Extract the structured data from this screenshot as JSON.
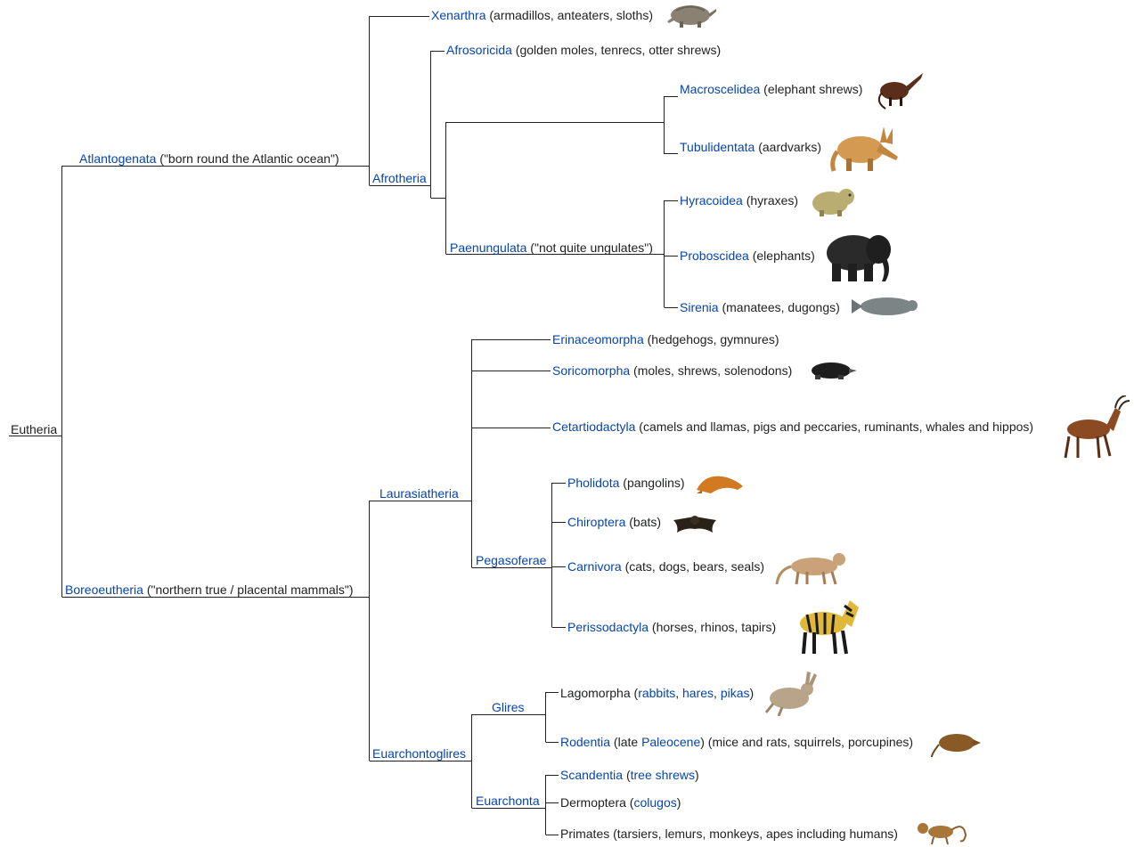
{
  "colors": {
    "link": "#0645ad",
    "text": "#202122",
    "line": "#222222"
  },
  "root": {
    "name": "Eutheria"
  },
  "clades": {
    "atlantogenata": {
      "name": "Atlantogenata",
      "note": " (\"born round the Atlantic ocean\")"
    },
    "afrotheria": {
      "name": "Afrotheria"
    },
    "paenungulata": {
      "name": "Paenungulata",
      "note": " (\"not quite ungulates\")"
    },
    "boreoeutheria": {
      "name": "Boreoeutheria",
      "note": " (\"northern true / placental mammals\")"
    },
    "laurasiatheria": {
      "name": "Laurasiatheria"
    },
    "pegasoferae": {
      "name": "Pegasoferae"
    },
    "euarchontoglires": {
      "name": "Euarchontoglires"
    },
    "glires": {
      "name": "Glires"
    },
    "euarchonta": {
      "name": "Euarchonta"
    }
  },
  "taxa": {
    "xenarthra": {
      "name": "Xenarthra",
      "note": " (armadillos, anteaters, sloths)",
      "icon": "armadillo-icon"
    },
    "afrosoricida": {
      "name": "Afrosoricida",
      "note": " (golden moles, tenrecs, otter shrews)"
    },
    "macroscelidea": {
      "name": "Macroscelidea",
      "note": " (elephant shrews)",
      "icon": "elephant-shrew-icon"
    },
    "tubulidentata": {
      "name": "Tubulidentata",
      "note": " (aardvarks)",
      "icon": "aardvark-icon"
    },
    "hyracoidea": {
      "name": "Hyracoidea",
      "note": " (hyraxes)",
      "icon": "hyrax-icon"
    },
    "proboscidea": {
      "name": "Proboscidea",
      "note": " (elephants)",
      "icon": "elephant-icon"
    },
    "sirenia": {
      "name": "Sirenia",
      "note": " (manatees, dugongs)",
      "icon": "manatee-icon"
    },
    "erinaceomorpha": {
      "name": "Erinaceomorpha",
      "note": " (hedgehogs, gymnures)"
    },
    "soricomorpha": {
      "name": "Soricomorpha",
      "note": " (moles, shrews, solenodons)",
      "icon": "mole-icon"
    },
    "cetartiodactyla": {
      "name": "Cetartiodactyla",
      "note": " (camels and llamas, pigs and peccaries, ruminants, whales and hippos)",
      "icon": "antelope-icon"
    },
    "pholidota": {
      "name": "Pholidota",
      "note": " (pangolins)",
      "icon": "pangolin-icon"
    },
    "chiroptera": {
      "name": "Chiroptera",
      "note": " (bats)",
      "icon": "bat-icon"
    },
    "carnivora": {
      "name": "Carnivora",
      "note": " (cats, dogs, bears, seals)",
      "icon": "cougar-icon"
    },
    "perissodactyla": {
      "name": "Perissodactyla",
      "note": " (horses, rhinos, tapirs)",
      "icon": "zebra-icon"
    },
    "lagomorpha": {
      "name": "Lagomorpha",
      "open": " (",
      "rabbits": "rabbits",
      "sep1": ", ",
      "hares": "hares",
      "sep2": ", ",
      "pikas": "pikas",
      "close": ")",
      "icon": "hare-icon"
    },
    "rodentia": {
      "name": "Rodentia",
      "pre": " (late ",
      "paleocene": "Paleocene",
      "post": ") (mice and rats, squirrels, porcupines)",
      "icon": "rat-icon"
    },
    "scandentia": {
      "name": "Scandentia",
      "open": " (",
      "link": "tree shrews",
      "close": ")"
    },
    "dermoptera": {
      "name": "Dermoptera",
      "open": " (",
      "link": "colugos",
      "close": ")"
    },
    "primates": {
      "name": "Primates",
      "note": " (tarsiers, lemurs, monkeys, apes including humans)",
      "icon": "monkey-icon"
    }
  }
}
